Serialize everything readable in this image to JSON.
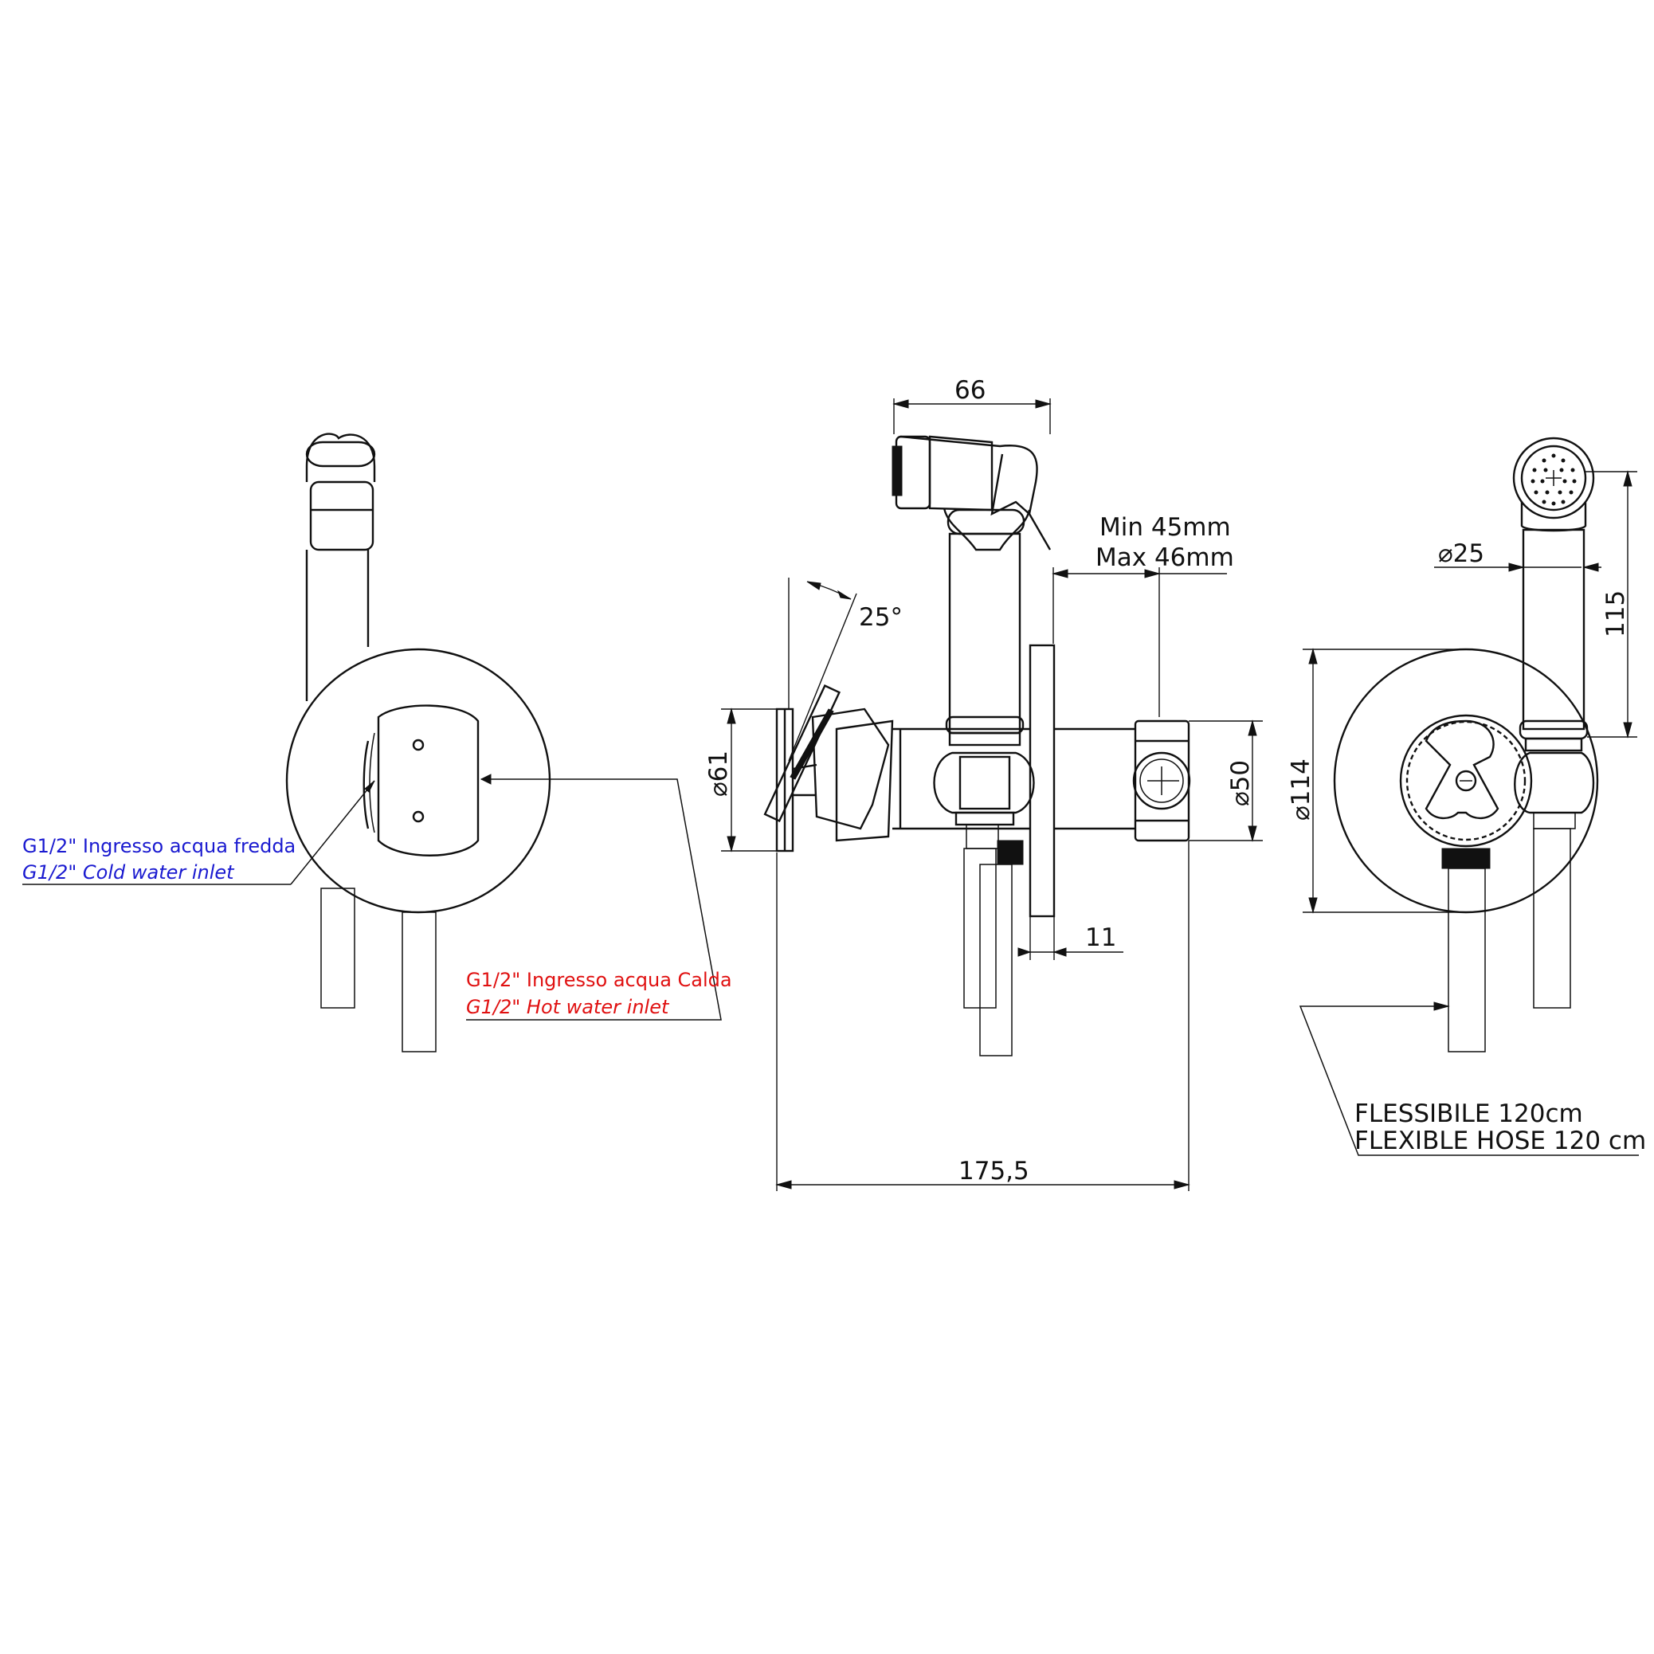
{
  "labels": {
    "cold_inlet_it": "G1/2\" Ingresso acqua fredda",
    "cold_inlet_en": "G1/2\" Cold water inlet",
    "hot_inlet_it": "G1/2\" Ingresso acqua Calda",
    "hot_inlet_en": "G1/2\" Hot water inlet",
    "wall_min": "Min 45mm",
    "wall_max": "Max 46mm",
    "hose_it": "FLESSIBILE 120cm",
    "hose_en": "FLEXIBLE HOSE 120 cm"
  },
  "dimensions": {
    "spray_width": "66",
    "angle": "25°",
    "handle_diameter": "61",
    "body_diameter": "50",
    "plate_thickness": "11",
    "total_depth": "175,5",
    "spray_diameter": "25",
    "holder_height": "115",
    "plate_diameter": "114"
  },
  "colors": {
    "cold_label": "#1a1ad0",
    "hot_label": "#e01010",
    "line": "#111111"
  }
}
